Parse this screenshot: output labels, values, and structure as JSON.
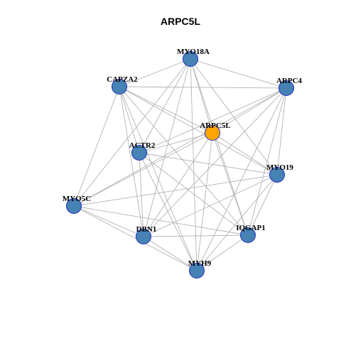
{
  "title": "ARPC5L",
  "colors": {
    "node_default": "#4682b4",
    "node_center": "#ffa500",
    "node_border": "#1f2fbf",
    "edge": "#b3b3b3"
  },
  "nodes": [
    {
      "id": "MYO18A",
      "label": "MYO18A",
      "role": "neighbor"
    },
    {
      "id": "CAPZA2",
      "label": "CAPZA2",
      "role": "neighbor"
    },
    {
      "id": "ARPC4",
      "label": "ARPC4",
      "role": "neighbor"
    },
    {
      "id": "ARPC5L",
      "label": "ARPC5L",
      "role": "center"
    },
    {
      "id": "ACTR2",
      "label": "ACTR2",
      "role": "neighbor"
    },
    {
      "id": "MYO19",
      "label": "MYO19",
      "role": "neighbor"
    },
    {
      "id": "MYO5C",
      "label": "MYO5C",
      "role": "neighbor"
    },
    {
      "id": "DBN1",
      "label": "DBN1",
      "role": "neighbor"
    },
    {
      "id": "IQGAP1",
      "label": "IQGAP1",
      "role": "neighbor"
    },
    {
      "id": "MYH9",
      "label": "MYH9",
      "role": "neighbor"
    }
  ],
  "edges": [
    [
      "MYO18A",
      "CAPZA2"
    ],
    [
      "MYO18A",
      "ARPC4"
    ],
    [
      "MYO18A",
      "ARPC5L"
    ],
    [
      "MYO18A",
      "ACTR2"
    ],
    [
      "MYO18A",
      "MYO19"
    ],
    [
      "MYO18A",
      "MYO5C"
    ],
    [
      "MYO18A",
      "DBN1"
    ],
    [
      "MYO18A",
      "IQGAP1"
    ],
    [
      "MYO18A",
      "MYH9"
    ],
    [
      "CAPZA2",
      "ARPC4"
    ],
    [
      "CAPZA2",
      "ARPC5L"
    ],
    [
      "CAPZA2",
      "ACTR2"
    ],
    [
      "CAPZA2",
      "MYO19"
    ],
    [
      "CAPZA2",
      "MYO5C"
    ],
    [
      "CAPZA2",
      "DBN1"
    ],
    [
      "CAPZA2",
      "IQGAP1"
    ],
    [
      "CAPZA2",
      "MYH9"
    ],
    [
      "ARPC4",
      "ARPC5L"
    ],
    [
      "ARPC4",
      "ACTR2"
    ],
    [
      "ARPC4",
      "MYO19"
    ],
    [
      "ARPC4",
      "MYO5C"
    ],
    [
      "ARPC4",
      "DBN1"
    ],
    [
      "ARPC4",
      "IQGAP1"
    ],
    [
      "ARPC4",
      "MYH9"
    ],
    [
      "ARPC5L",
      "ACTR2"
    ],
    [
      "ARPC5L",
      "MYO19"
    ],
    [
      "ARPC5L",
      "MYO5C"
    ],
    [
      "ARPC5L",
      "DBN1"
    ],
    [
      "ARPC5L",
      "IQGAP1"
    ],
    [
      "ARPC5L",
      "MYH9"
    ],
    [
      "ACTR2",
      "MYO19"
    ],
    [
      "ACTR2",
      "DBN1"
    ],
    [
      "ACTR2",
      "IQGAP1"
    ],
    [
      "ACTR2",
      "MYH9"
    ],
    [
      "MYO19",
      "MYO5C"
    ],
    [
      "MYO19",
      "DBN1"
    ],
    [
      "MYO19",
      "IQGAP1"
    ],
    [
      "MYO19",
      "MYH9"
    ],
    [
      "MYO5C",
      "DBN1"
    ],
    [
      "MYO5C",
      "IQGAP1"
    ],
    [
      "MYO5C",
      "MYH9"
    ],
    [
      "DBN1",
      "IQGAP1"
    ],
    [
      "DBN1",
      "MYH9"
    ],
    [
      "IQGAP1",
      "MYH9"
    ]
  ]
}
